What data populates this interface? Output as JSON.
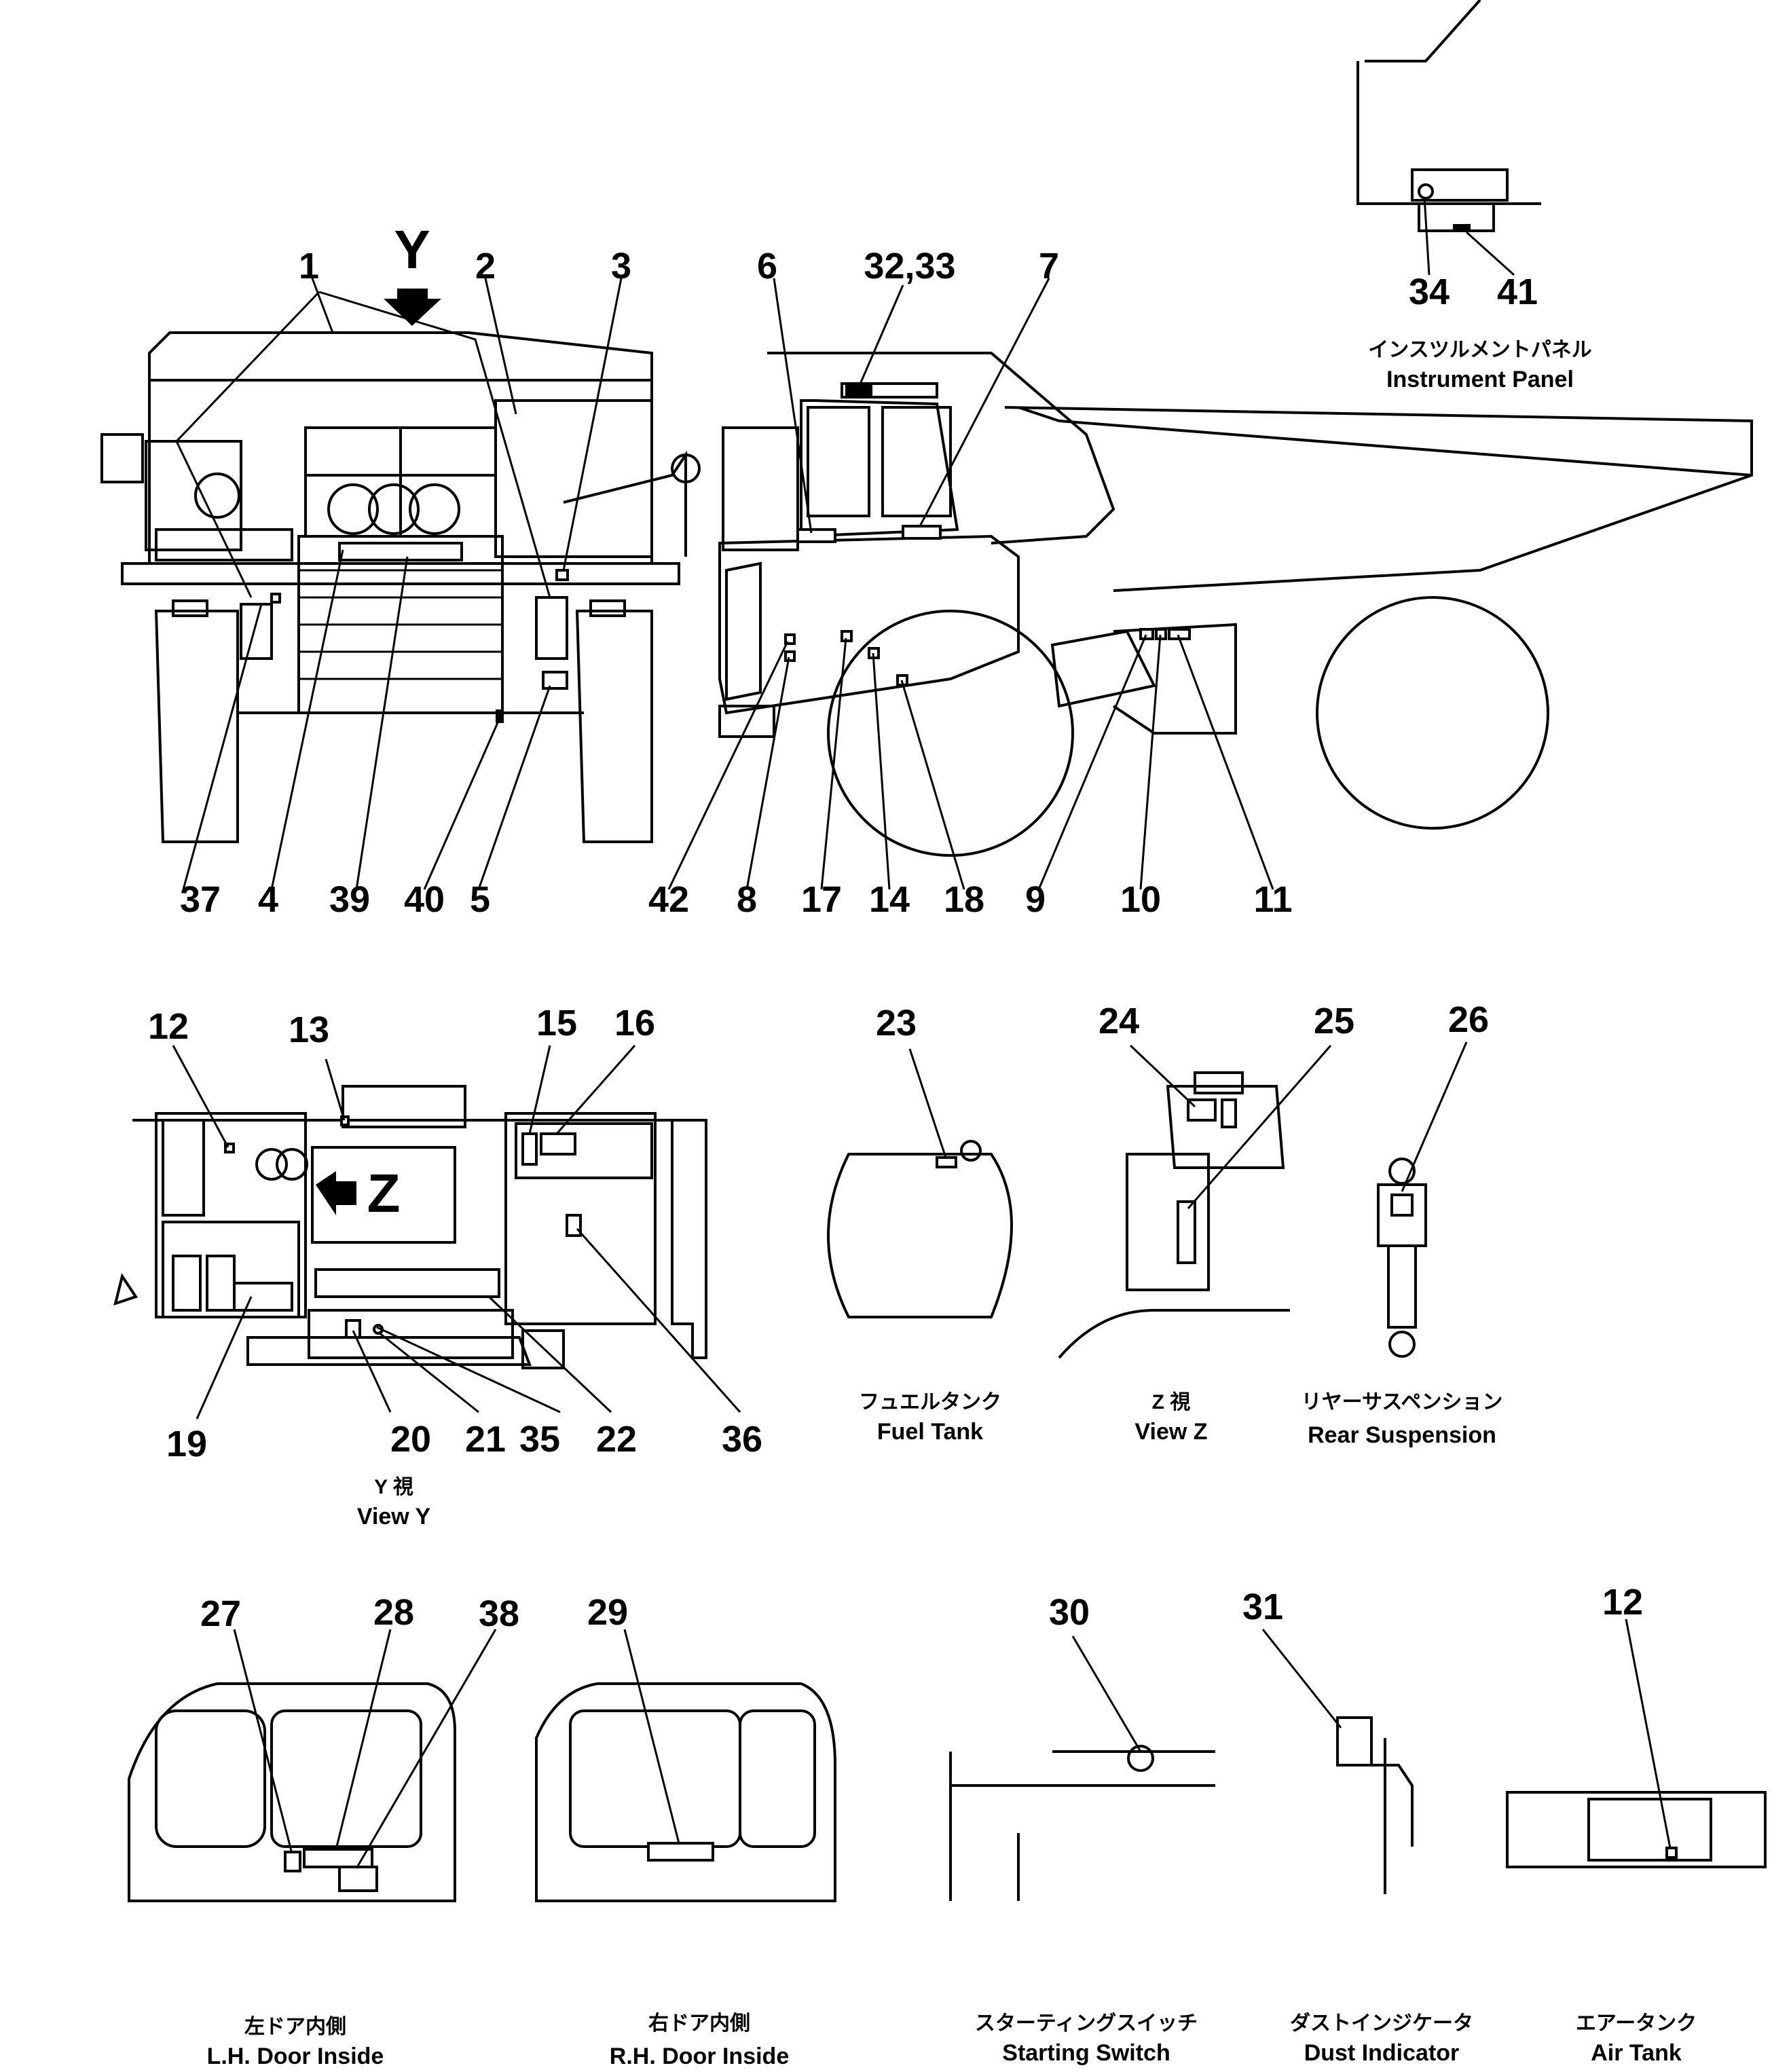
{
  "view_letters": {
    "y": "Y",
    "z": "Z"
  },
  "part_numbers": {
    "n1": "1",
    "n2": "2",
    "n3": "3",
    "n4": "4",
    "n5": "5",
    "n6": "6",
    "n7": "7",
    "n8": "8",
    "n9": "9",
    "n10": "10",
    "n11": "11",
    "n12": "12",
    "n13": "13",
    "n14": "14",
    "n15": "15",
    "n16": "16",
    "n17": "17",
    "n18": "18",
    "n19": "19",
    "n20": "20",
    "n21": "21",
    "n22": "22",
    "n23": "23",
    "n24": "24",
    "n25": "25",
    "n26": "26",
    "n27": "27",
    "n28": "28",
    "n29": "29",
    "n30": "30",
    "n31": "31",
    "n32_33": "32,33",
    "n34": "34",
    "n35": "35",
    "n36": "36",
    "n37": "37",
    "n38": "38",
    "n39": "39",
    "n40": "40",
    "n41": "41",
    "n42": "42",
    "n12b": "12"
  },
  "captions": {
    "instrument_panel_jp": "インスツルメントパネル",
    "instrument_panel_en": "Instrument Panel",
    "view_y_jp": "Y 視",
    "view_y_en": "View Y",
    "fuel_tank_jp": "フュエルタンク",
    "fuel_tank_en": "Fuel Tank",
    "view_z_jp": "Z 視",
    "view_z_en": "View Z",
    "rear_susp_jp": "リヤーサスペンション",
    "rear_susp_en": "Rear Suspension",
    "lh_door_jp": "左ドア内側",
    "lh_door_en": "L.H. Door Inside",
    "rh_door_jp": "右ドア内側",
    "rh_door_en": "R.H. Door Inside",
    "starting_switch_jp": "スターティングスイッチ",
    "starting_switch_en": "Starting Switch",
    "dust_indicator_jp": "ダストインジケータ",
    "dust_indicator_en": "Dust Indicator",
    "air_tank_jp": "エアータンク",
    "air_tank_en": "Air Tank"
  }
}
